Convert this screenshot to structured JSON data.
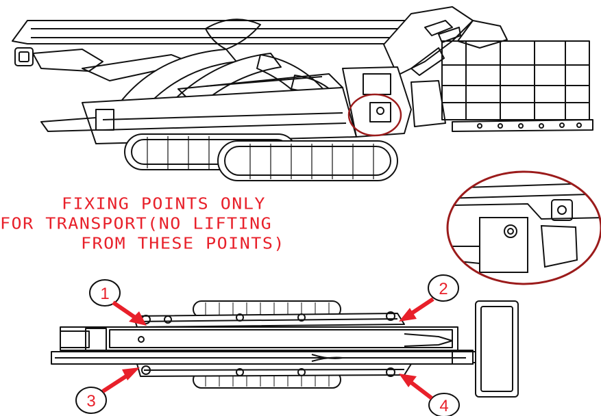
{
  "diagram": {
    "note_lines": [
      "FIXING POINTS ONLY",
      "FOR TRANSPORT(NO LIFTING",
      "FROM THESE POINTS)"
    ],
    "callouts": [
      "1",
      "2",
      "3",
      "4"
    ]
  },
  "colors": {
    "annotation": "#e8202a",
    "detail_circle": "#9b1b1b",
    "line_art": "#111111",
    "background": "#ffffff"
  }
}
